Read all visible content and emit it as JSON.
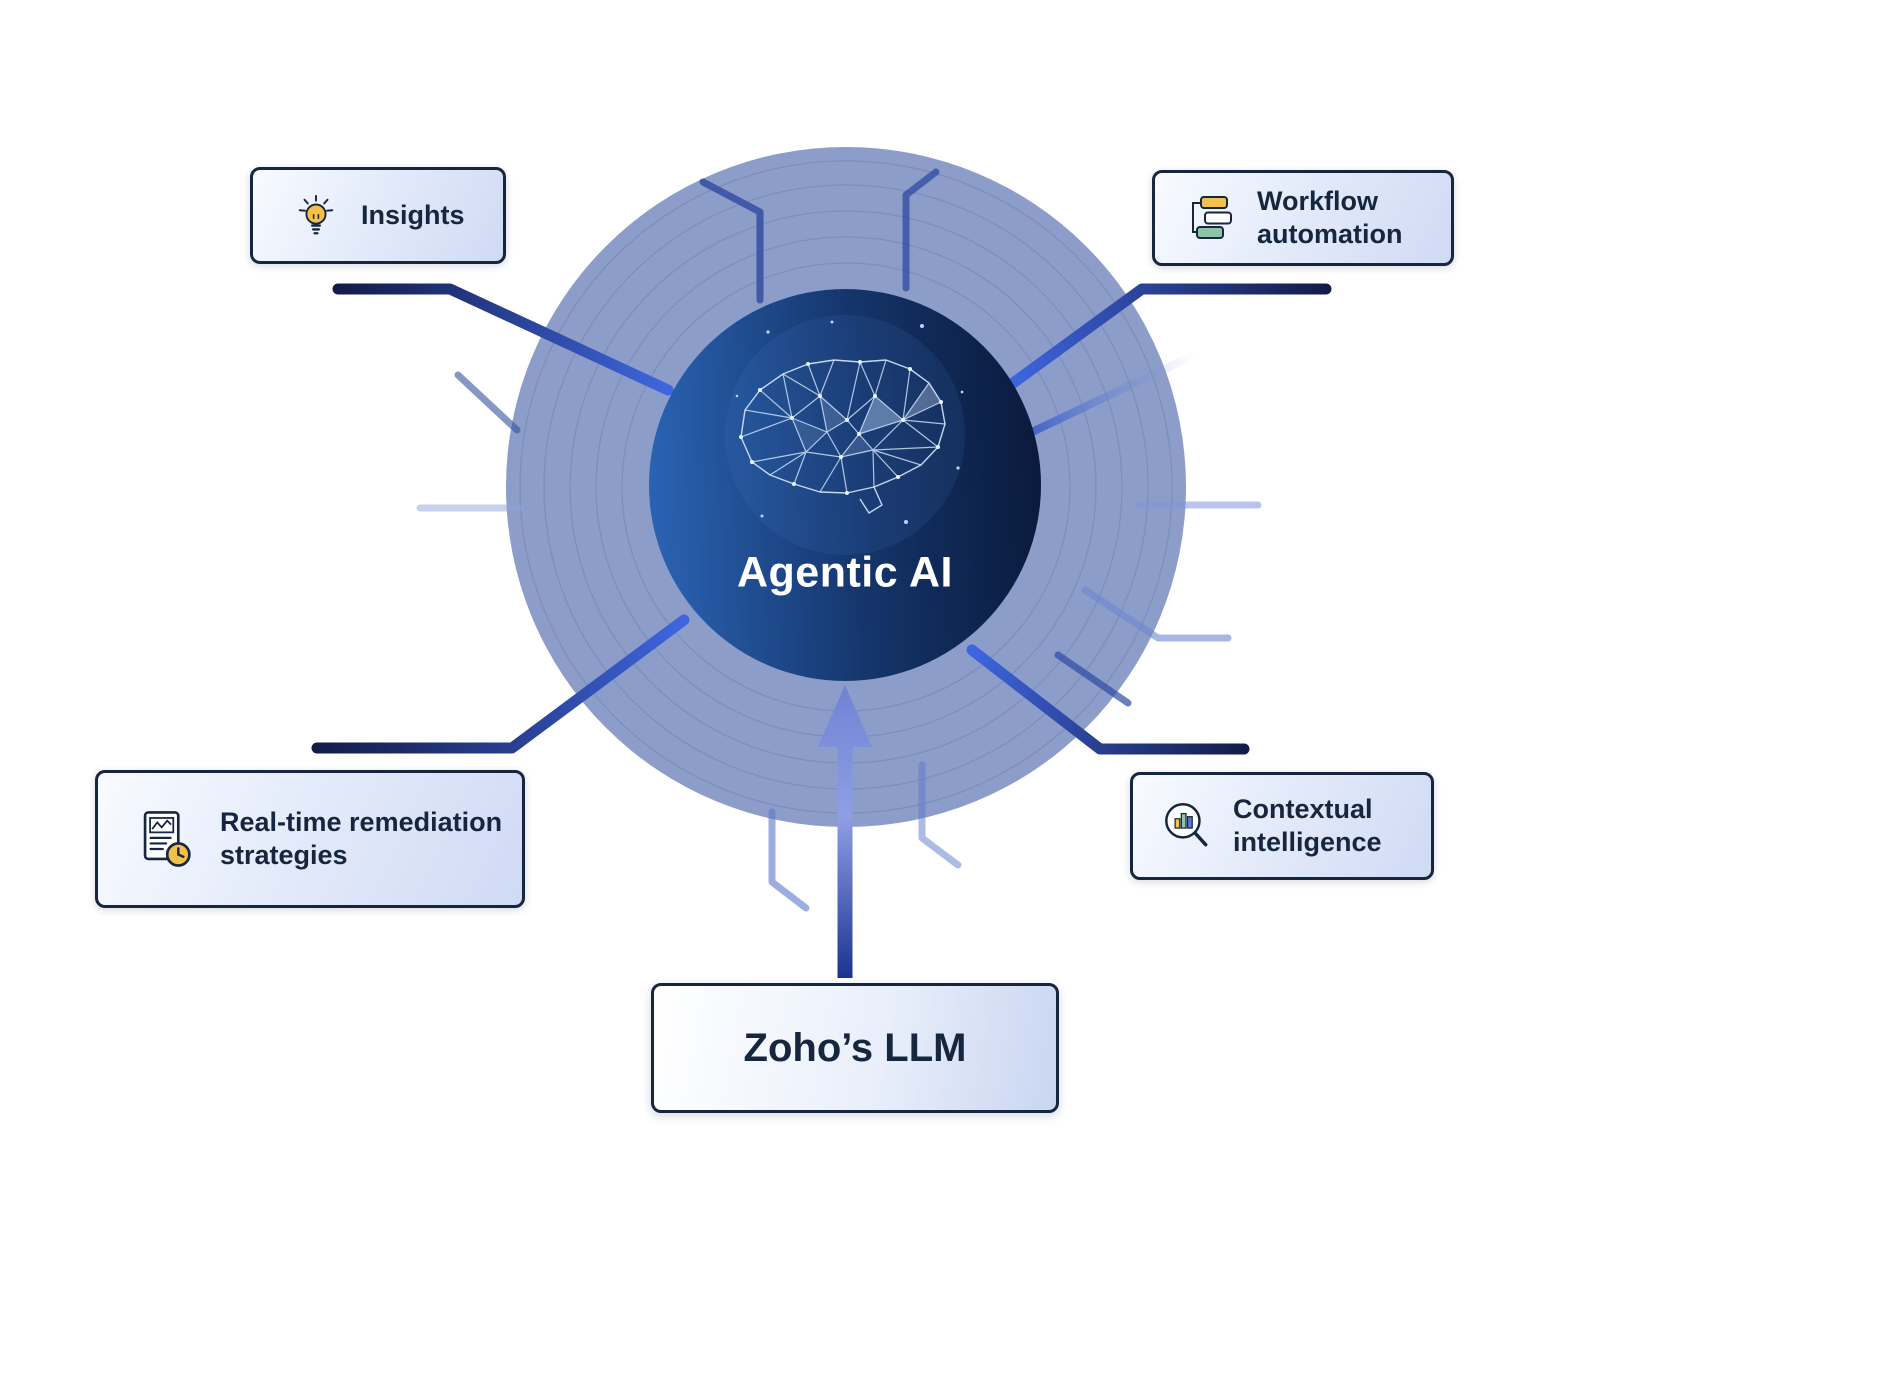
{
  "diagram": {
    "center": {
      "label": "Agentic AI",
      "icon": "brain-network-icon"
    },
    "nodes": [
      {
        "id": "insights",
        "label": "Insights",
        "icon": "lightbulb-icon",
        "position": "top-left"
      },
      {
        "id": "workflow-automation",
        "label": "Workflow automation",
        "icon": "workflow-blocks-icon",
        "position": "top-right"
      },
      {
        "id": "real-time-remediation",
        "label": "Real-time remediation strategies",
        "icon": "report-clock-icon",
        "position": "bottom-left"
      },
      {
        "id": "contextual-intelligence",
        "label": "Contextual intelligence",
        "icon": "magnifier-bar-chart-icon",
        "position": "bottom-right"
      }
    ],
    "source": {
      "label": "Zoho’s LLM",
      "connector": "up-arrow"
    },
    "colors": {
      "outer_ring": "#8c9dc9",
      "core_gradient_start": "#2a63b3",
      "core_gradient_end": "#0a1a3c",
      "connector_dark": "#131c49",
      "connector_bright": "#3f66e0",
      "box_border": "#16263f",
      "box_text": "#16263f",
      "accent_yellow": "#f2c14e",
      "accent_green": "#8fc3a5",
      "center_text": "#ffffff"
    }
  }
}
